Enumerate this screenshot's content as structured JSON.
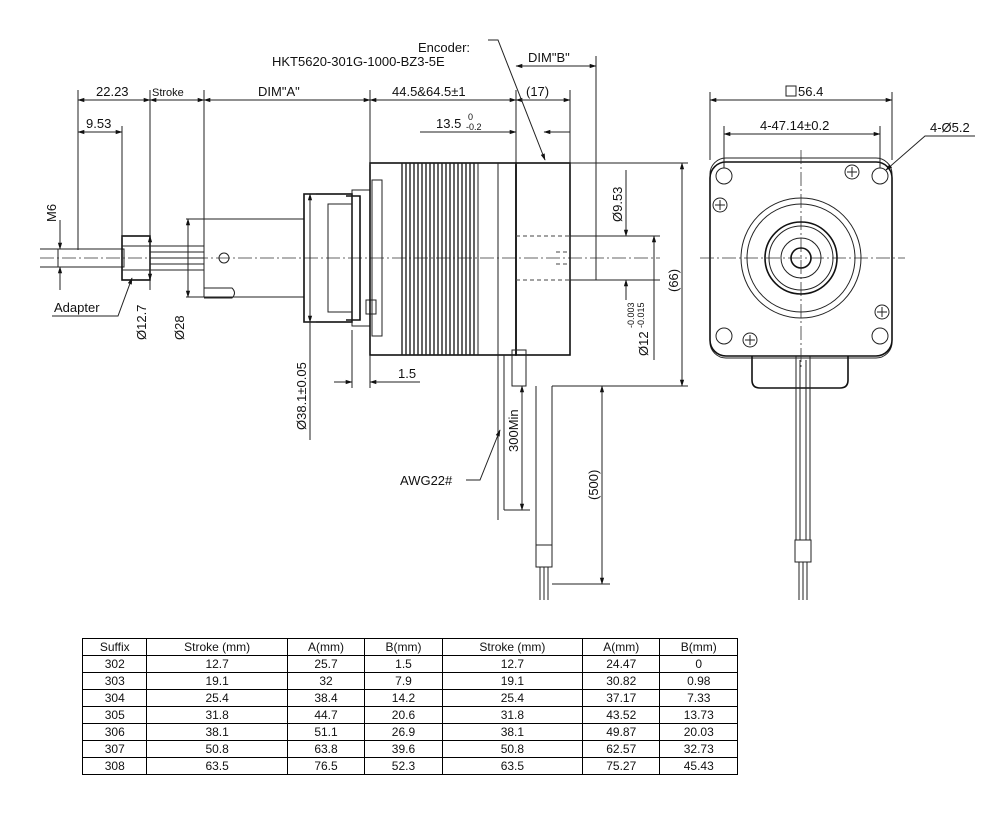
{
  "labels": {
    "encoder_title": "Encoder:",
    "encoder_part": "HKT5620-301G-1000-BZ3-5E",
    "dim_b": "DIM\"B\"",
    "d_2223": "22.23",
    "stroke": "Stroke",
    "dim_a": "DIM\"A\"",
    "motor_len": "44.5&64.5±1",
    "d_17": "(17)",
    "d_953_left": "9.53",
    "d_135": "13.5",
    "d_135_tol_top": "0",
    "d_135_tol_bot": "-0.2",
    "m6": "M6",
    "adapter": "Adapter",
    "dia_127": "Ø12.7",
    "dia_28": "Ø28",
    "dia_381": "Ø38.1±0.05",
    "d_15": "1.5",
    "dia_953_right": "Ø9.53",
    "dia_12": "Ø12",
    "dia_12_tol_top": "-0.003",
    "dia_12_tol_bot": "-0.015",
    "d_66": "(66)",
    "d_300": "300Min",
    "d_500": "(500)",
    "awg": "AWG22#",
    "square": "56.4",
    "hole_spacing": "4-47.14±0.2",
    "holes": "4-Ø5.2"
  },
  "table": {
    "headers": [
      "Suffix",
      "Stroke (mm)",
      "A(mm)",
      "B(mm)",
      "Stroke (mm)",
      "A(mm)",
      "B(mm)"
    ],
    "rows": [
      [
        "302",
        "12.7",
        "25.7",
        "1.5",
        "12.7",
        "24.47",
        "0"
      ],
      [
        "303",
        "19.1",
        "32",
        "7.9",
        "19.1",
        "30.82",
        "0.98"
      ],
      [
        "304",
        "25.4",
        "38.4",
        "14.2",
        "25.4",
        "37.17",
        "7.33"
      ],
      [
        "305",
        "31.8",
        "44.7",
        "20.6",
        "31.8",
        "43.52",
        "13.73"
      ],
      [
        "306",
        "38.1",
        "51.1",
        "26.9",
        "38.1",
        "49.87",
        "20.03"
      ],
      [
        "307",
        "50.8",
        "63.8",
        "39.6",
        "50.8",
        "62.57",
        "32.73"
      ],
      [
        "308",
        "63.5",
        "76.5",
        "52.3",
        "63.5",
        "75.27",
        "45.43"
      ]
    ]
  }
}
